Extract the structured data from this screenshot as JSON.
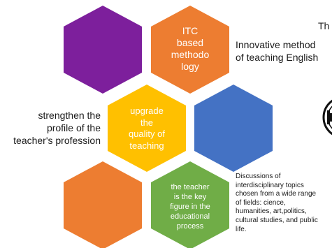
{
  "header": {
    "title_fragment": "Th"
  },
  "hexagons": [
    {
      "id": "purple",
      "color": "#7d1f9c",
      "lines": []
    },
    {
      "id": "itc",
      "color": "#ed7d31",
      "lines": [
        "ITC",
        "based",
        "methodo",
        "logy"
      ]
    },
    {
      "id": "upgrade",
      "color": "#ffc000",
      "lines": [
        "upgrade",
        "the",
        "quality of",
        "teaching"
      ]
    },
    {
      "id": "blue",
      "color": "#4472c4",
      "lines": []
    },
    {
      "id": "orange-bottom",
      "color": "#ed7d31",
      "lines": []
    },
    {
      "id": "teacher",
      "color": "#70ad47",
      "lines": [
        "the teacher",
        "is the key",
        "figure in the",
        "educational",
        "process"
      ]
    }
  ],
  "labels": {
    "innovative": [
      "Innovative method",
      "of teaching English"
    ],
    "strengthen": [
      "strengthen the",
      "profile of the",
      "teacher's profession"
    ],
    "discussions": [
      "Discussions of",
      "interdisciplinary topics",
      "chosen from a wide range",
      "of fields: cience,",
      "humanities, art,politics,",
      "cultural studies, and public",
      "life."
    ]
  },
  "colors": {
    "purple": "#7d1f9c",
    "orange": "#ed7d31",
    "yellow": "#ffc000",
    "blue": "#4472c4",
    "green": "#70ad47"
  }
}
